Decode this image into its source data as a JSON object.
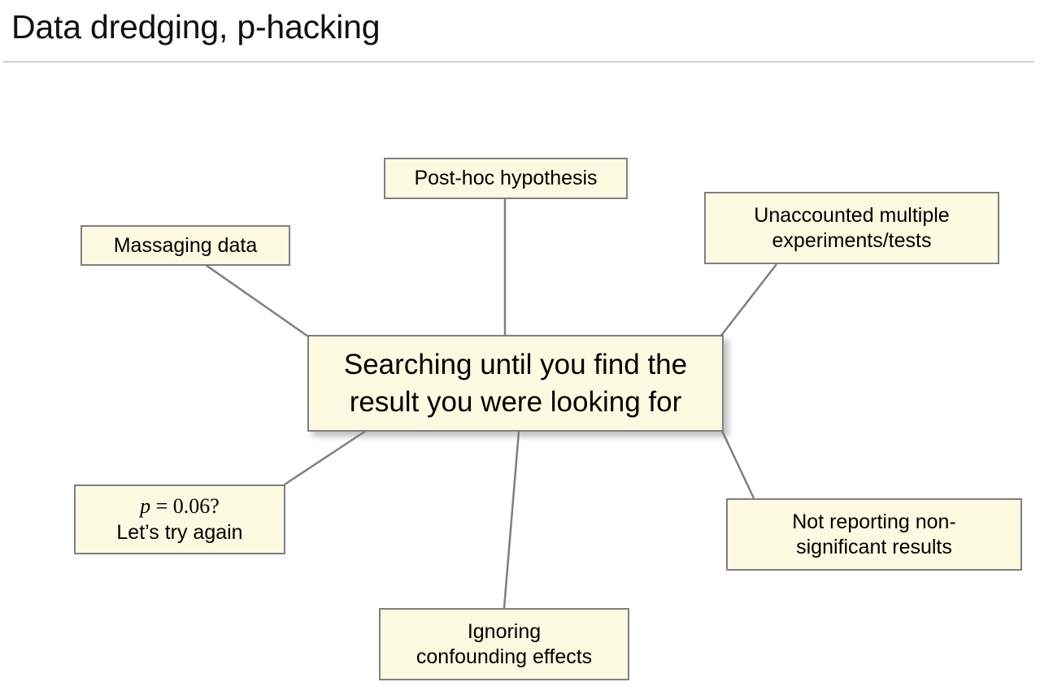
{
  "slide": {
    "title": "Data dredging, p-hacking"
  },
  "diagram": {
    "type": "mind-map",
    "center": {
      "label": "Searching until you find the\nresult you were looking for"
    },
    "nodes": [
      {
        "id": "post-hoc-hypothesis",
        "label": "Post-hoc hypothesis"
      },
      {
        "id": "unaccounted-multiple-experiments",
        "label": "Unaccounted multiple\nexperiments/tests"
      },
      {
        "id": "massaging-data",
        "label": "Massaging data"
      },
      {
        "id": "p-value-retry",
        "label_math": "p = 0.06?",
        "label_math_var": "p",
        "label_math_rest": " = 0.06?",
        "label_plain": "Let’s try again"
      },
      {
        "id": "not-reporting-non-significant",
        "label": "Not reporting non-\nsignificant results"
      },
      {
        "id": "ignoring-confounding-effects",
        "label": "Ignoring\nconfounding effects"
      }
    ],
    "colors": {
      "node_fill": "#fcfae1",
      "node_border": "#808080",
      "connector": "#808080",
      "rule": "#cfcfcf",
      "text": "#000000"
    }
  }
}
